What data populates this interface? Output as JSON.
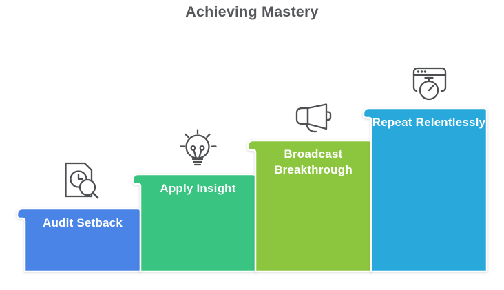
{
  "title": "Achieving Mastery",
  "diagram": {
    "type": "stair-step-progression",
    "steps": [
      {
        "label": "Audit Setback",
        "color": "#4a84e7",
        "icon": "document-search-icon"
      },
      {
        "label": "Apply Insight",
        "color": "#39c481",
        "icon": "lightbulb-icon"
      },
      {
        "label": "Broadcast Breakthrough",
        "color": "#8cc63e",
        "icon": "megaphone-icon"
      },
      {
        "label": "Repeat Relentlessly",
        "color": "#29a9db",
        "icon": "stopwatch-window-icon"
      }
    ]
  },
  "colors": {
    "title_text": "#56575a",
    "icon_stroke": "#4e4f52",
    "step_label_text": "#ffffff",
    "step_outline": "#ffffff",
    "background": "#ffffff"
  }
}
